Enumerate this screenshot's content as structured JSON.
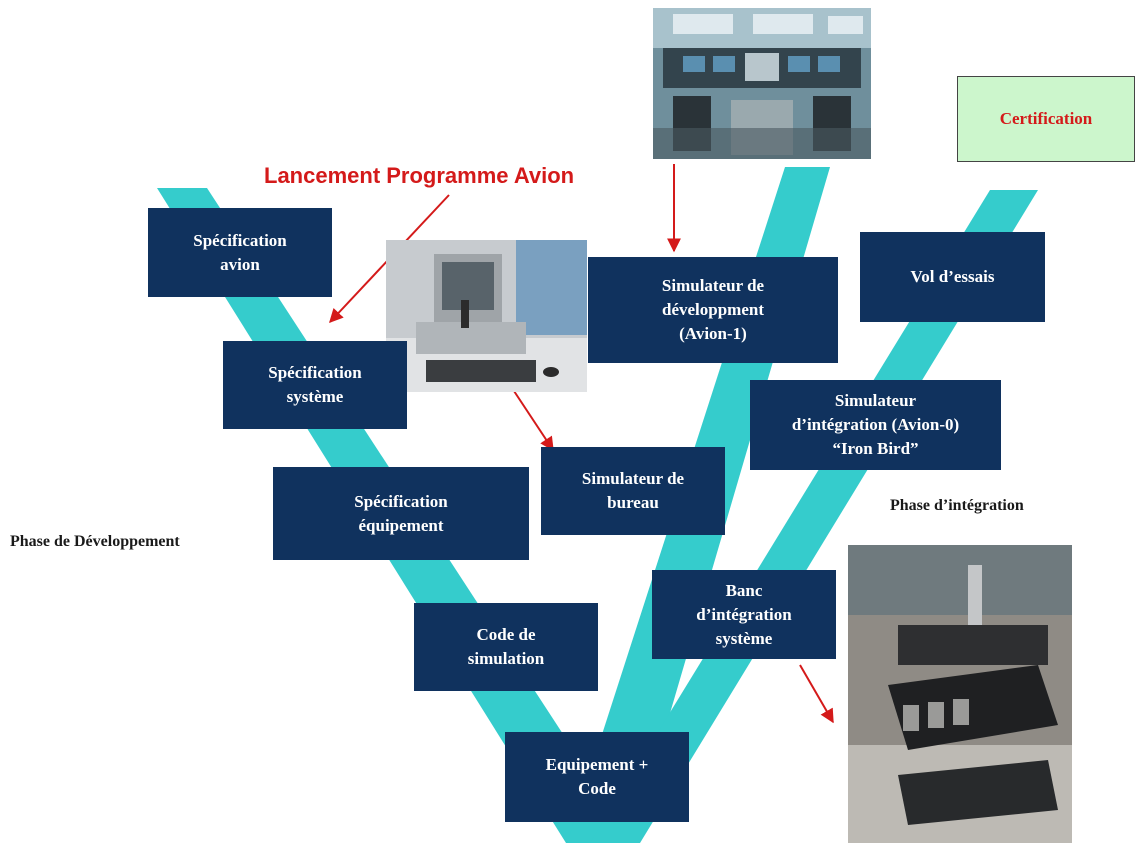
{
  "title": "Lancement Programme Avion",
  "certification": "Certification",
  "phases": {
    "development": "Phase de Développement",
    "integration": "Phase d’intégration"
  },
  "boxes": {
    "spec_avion": "Spécification\navion",
    "spec_systeme": "Spécification\nsystème",
    "spec_equipement": "Spécification\néquipement",
    "code_simulation": "Code de\nsimulation",
    "equipement_code": "Equipement +\nCode",
    "simulateur_bureau": "Simulateur de\nbureau",
    "simulateur_developpement": "Simulateur de\ndéveloppment\n(Avion-1)",
    "simulateur_integration": "Simulateur\nd’intégration (Avion-0)\n“Iron Bird”",
    "banc_integration": "Banc\nd’intégration\nsystème",
    "vol_essais": "Vol d’essais"
  },
  "colors": {
    "band": "#35cccc",
    "box": "#10325e",
    "arrow": "#d41a1a",
    "certification_bg": "#ccf6cc"
  },
  "photos": [
    "cockpit-simulator-photo",
    "desktop-simulator-photo",
    "iron-bird-rig-photo"
  ]
}
